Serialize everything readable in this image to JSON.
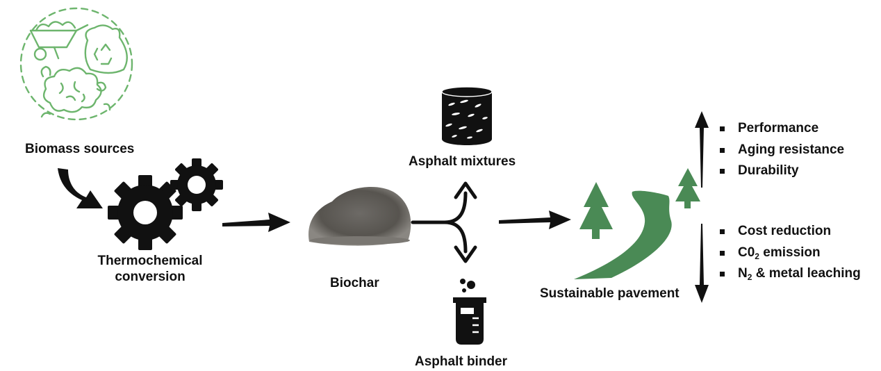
{
  "nodes": {
    "biomass": "Biomass sources",
    "thermo_line1": "Thermochemical",
    "thermo_line2": "conversion",
    "biochar": "Biochar",
    "mixtures": "Asphalt mixtures",
    "binder": "Asphalt binder",
    "pavement": "Sustainable pavement"
  },
  "benefits_up": [
    "Performance",
    "Aging resistance",
    "Durability"
  ],
  "benefits_down": {
    "cost": "Cost reduction",
    "co2_main": "C0",
    "co2_sub": "2",
    "co2_rest": " emission",
    "n2_main": "N",
    "n2_sub": "2",
    "n2_rest": " & metal leaching"
  },
  "colors": {
    "ink": "#111111",
    "biomass_green": "#6db56d",
    "pavement_green": "#4a8a55",
    "biochar": "#5d5a56"
  }
}
